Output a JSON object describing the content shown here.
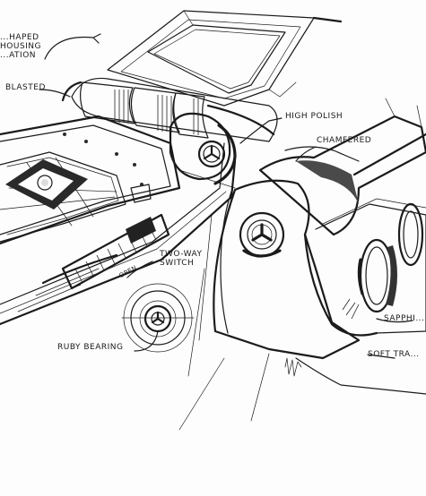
{
  "labels": {
    "shaped_housing": "...HAPED\nHOUSING\n...ATION",
    "blasted": "BLASTED",
    "high_polish": "HIGH POLISH",
    "chamfered": "CHAMFERED",
    "two_way_switch": "TWO-WAY\nSWITCH",
    "open": "OPEN",
    "ruby_bearing": "RUBY BEARING",
    "sapphire": "SAPPHI...",
    "soft_trans": "SOFT TRA..."
  }
}
